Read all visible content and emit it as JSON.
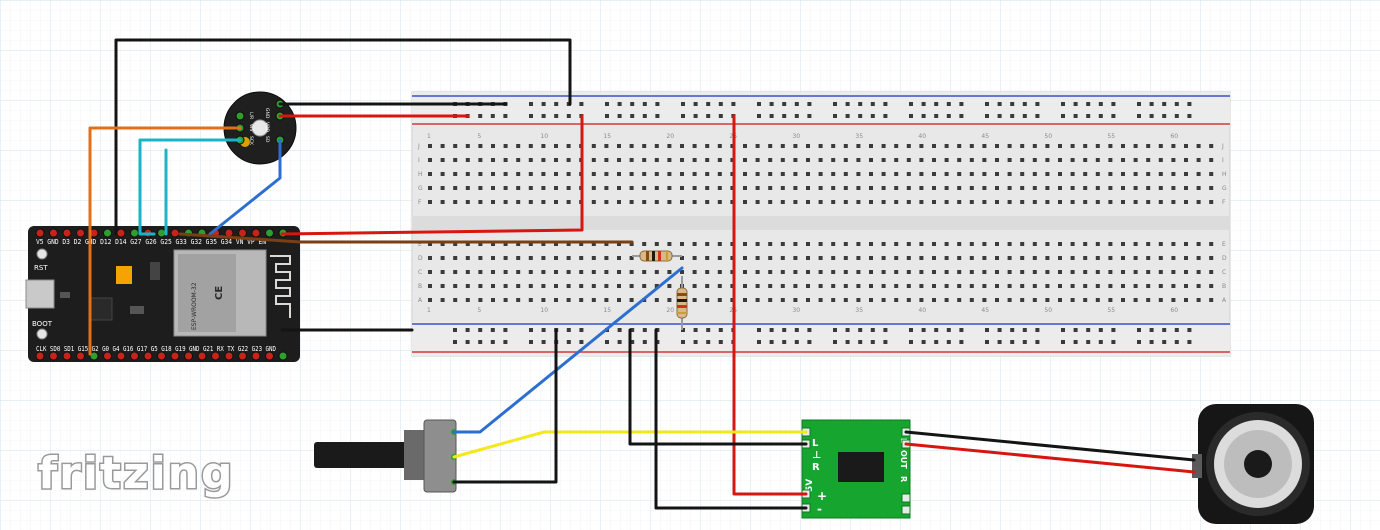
{
  "brand": {
    "logo_text": "fritzing"
  },
  "colors": {
    "grid": "#d9e6ee",
    "breadboard": "#e9e9e9",
    "rail_red": "#d23a3a",
    "rail_blue": "#3a52c8",
    "wire_black": "#141414",
    "wire_red": "#d8150f",
    "wire_orange": "#e0701a",
    "wire_cyan": "#19b4c8",
    "wire_blue": "#2d6fd0",
    "wire_brown": "#7a3f14",
    "wire_yellow": "#f2e81a",
    "esp_board": "#1d1d1d",
    "amp_board": "#16a52f"
  },
  "breadboard": {
    "column_numbers": [
      "1",
      "5",
      "10",
      "15",
      "20",
      "25",
      "30",
      "35",
      "40",
      "45",
      "50",
      "55",
      "60"
    ],
    "row_letters_top": [
      "J",
      "I",
      "H",
      "G",
      "F"
    ],
    "row_letters_bottom": [
      "E",
      "D",
      "C",
      "B",
      "A"
    ]
  },
  "esp32": {
    "top_pins": "V5 GND D3 D2 GND D12 D14 G27 G26 G25 G33 G32 G35 G34 VN VP EN",
    "bottom_pins": "CLK SD0 SD1 G15 G2 G0 G4 G16 G17 G5 G18 G19 GND G21 RX TX G22 G23 GND",
    "rst_label": "RST",
    "boot_label": "BOOT",
    "module_label": "ESP-WROOM-32",
    "ce_mark": "CE"
  },
  "microphone": {
    "pin_labels": [
      "GND",
      "VDD",
      "SD",
      "L/R",
      "WS",
      "SCK"
    ]
  },
  "amplifier": {
    "left_labels": [
      "L",
      "⊥",
      "R",
      "5V"
    ],
    "right_labels": [
      "L",
      "OUT",
      "R"
    ],
    "plus": "+",
    "minus": "-"
  }
}
